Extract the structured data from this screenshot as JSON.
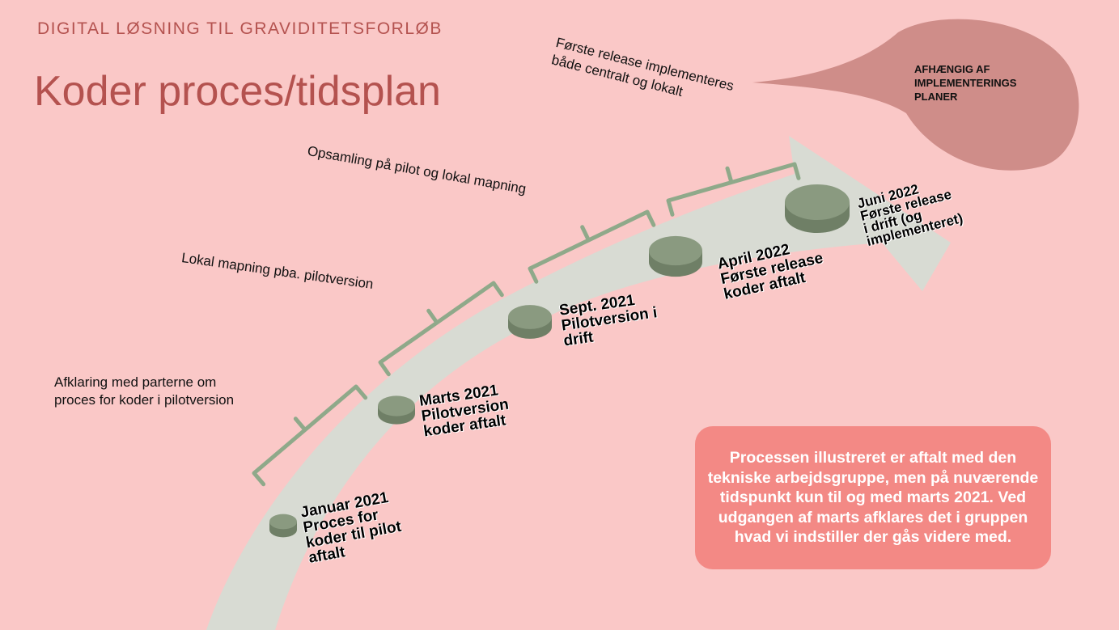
{
  "header": {
    "subtitle": "DIGITAL LØSNING TIL GRAVIDITETSFORLØB",
    "title": "Koder proces/tidsplan"
  },
  "phases": [
    "Afklaring med parterne om\nproces for koder i pilotversion",
    "Lokal mapning pba. pilotversion",
    "Opsamling på pilot og lokal mapning",
    "Første release implementeres\nbåde centralt og lokalt"
  ],
  "milestones": [
    "Januar 2021\nProces for\nkoder til pilot\naftalt",
    "Marts 2021\nPilotversion\nkoder aftalt",
    "Sept. 2021\nPilotversion i\ndrift",
    "April 2022\nFørste release\nkoder aftalt",
    "Juni 2022\nFørste release\ni drift (og\nimplementeret)"
  ],
  "bubble": "AFHÆNGIG AF\nIMPLEMENTERINGS\nPLANER",
  "note": "Processen illustreret er aftalt med den tekniske arbejdsgruppe, men på nuværende tidspunkt kun til og med marts 2021. Ved udgangen af marts afklares det i gruppen hvad vi indstiller der gås videre med.",
  "colors": {
    "background": "#fac8c7",
    "title": "#b4524f",
    "arrow": "#d8dbd3",
    "disc": "#8a9a80",
    "bracket": "#8fa98a",
    "bubble": "#cf8d89",
    "note": "#f38985"
  }
}
